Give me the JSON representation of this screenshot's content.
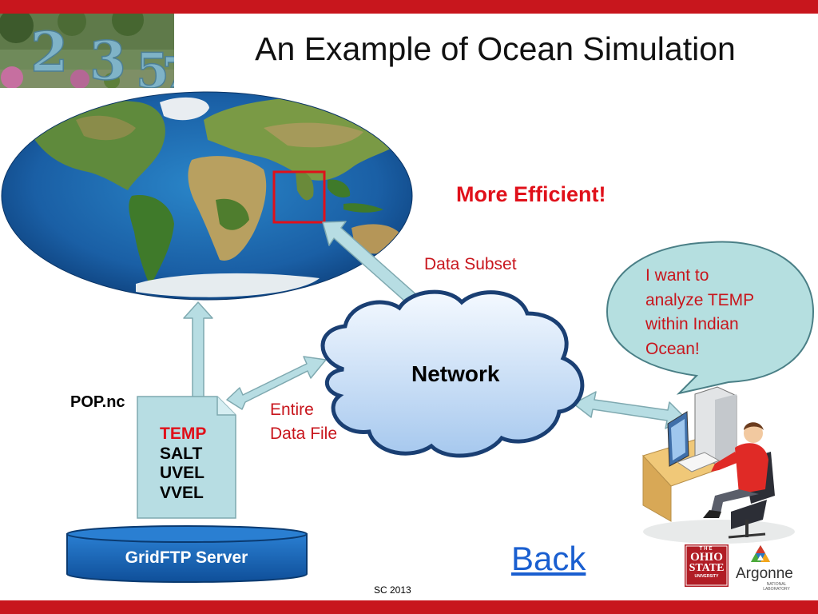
{
  "slide": {
    "title": "An Example of Ocean Simulation",
    "footer": "SC 2013"
  },
  "labels": {
    "more_efficient": "More Efficient!",
    "data_subset": "Data Subset",
    "entire_file_line1": "Entire",
    "entire_file_line2": "Data File",
    "network": "Network",
    "file_name": "POP.nc",
    "server": "GridFTP Server",
    "back": "Back"
  },
  "file_variables": [
    "TEMP",
    "SALT",
    "UVEL",
    "VVEL"
  ],
  "speech_bubble": [
    "I want to",
    "analyze TEMP",
    "within Indian",
    "Ocean!"
  ],
  "logos": {
    "osu": [
      "THE",
      "OHIO",
      "STATE",
      "UNIVERSITY"
    ],
    "argonne": "Argonne",
    "argonne_sub": [
      "NATIONAL",
      "LABORATORY"
    ]
  },
  "colors": {
    "brand_red": "#c8161d",
    "highlight_red": "#e0101a",
    "link_blue": "#1a5fd0",
    "server_blue": "#1565b8",
    "arrow_fill": "#b7dde3",
    "bubble_fill": "#b5dfe0"
  }
}
